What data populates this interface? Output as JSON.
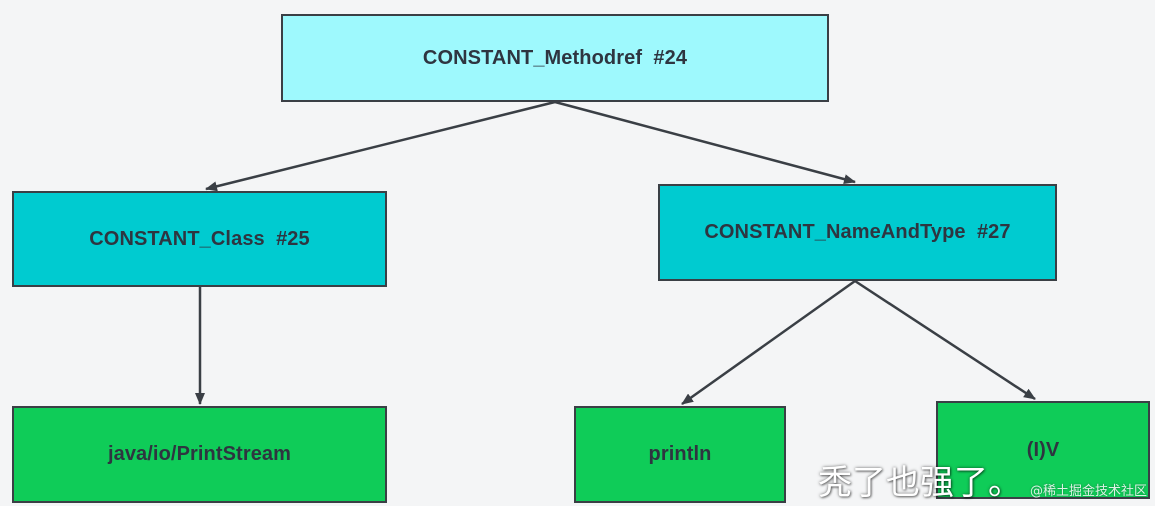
{
  "diagram": {
    "nodes": {
      "root": {
        "label": "CONSTANT_Methodref  #24"
      },
      "class": {
        "label": "CONSTANT_Class  #25"
      },
      "name_and_type": {
        "label": "CONSTANT_NameAndType  #27"
      },
      "class_name": {
        "label": "java/io/PrintStream"
      },
      "method_name": {
        "label": "println"
      },
      "descriptor": {
        "label": "(I)V"
      }
    },
    "colors": {
      "root_fill": "#9ef9fd",
      "mid_fill": "#00cbd0",
      "leaf_fill": "#0fcc58",
      "border": "#3a3f45",
      "arrow": "#3a3f45",
      "text": "#2e3540",
      "background": "#f4f5f6"
    }
  },
  "watermark": {
    "main_text": "秃了也强了。",
    "sub_text": "@稀土掘金技术社区"
  }
}
